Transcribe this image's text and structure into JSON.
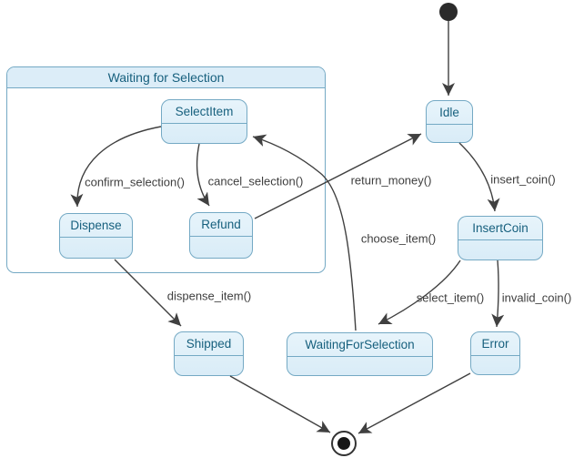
{
  "diagram_type": "uml-state-diagram",
  "colors": {
    "node_fill": "#dcedf8",
    "node_border": "#74a9c4",
    "node_text": "#17607e",
    "edge": "#404040",
    "edge_label_text": "#3e3e3e",
    "background": "#ffffff"
  },
  "composite": {
    "title": "Waiting for Selection"
  },
  "states": [
    {
      "name": "Idle"
    },
    {
      "name": "SelectItem"
    },
    {
      "name": "Dispense"
    },
    {
      "name": "Refund"
    },
    {
      "name": "InsertCoin"
    },
    {
      "name": "Shipped"
    },
    {
      "name": "WaitingForSelection"
    },
    {
      "name": "Error"
    }
  ],
  "pseudostates": {
    "initial": "initial-state",
    "final": "final-state"
  },
  "transitions": [
    {
      "from": "initial",
      "to": "Idle",
      "label": ""
    },
    {
      "from": "Idle",
      "to": "InsertCoin",
      "label": "insert_coin()"
    },
    {
      "from": "InsertCoin",
      "to": "WaitingForSelection",
      "label": "select_item()"
    },
    {
      "from": "InsertCoin",
      "to": "Error",
      "label": "invalid_coin()"
    },
    {
      "from": "WaitingForSelection",
      "to": "SelectItem",
      "label": "choose_item()"
    },
    {
      "from": "Refund",
      "to": "Idle",
      "label": "return_money()"
    },
    {
      "from": "SelectItem",
      "to": "Dispense",
      "label": "confirm_selection()"
    },
    {
      "from": "SelectItem",
      "to": "Refund",
      "label": "cancel_selection()"
    },
    {
      "from": "Dispense",
      "to": "Shipped",
      "label": "dispense_item()"
    },
    {
      "from": "Shipped",
      "to": "final",
      "label": ""
    },
    {
      "from": "Error",
      "to": "final",
      "label": ""
    }
  ]
}
